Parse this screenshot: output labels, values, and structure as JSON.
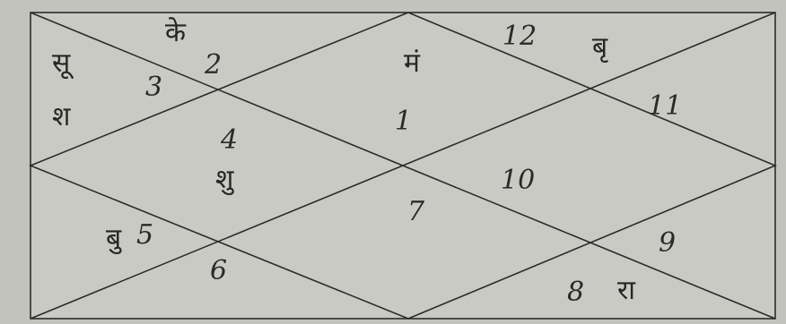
{
  "houses": [
    {
      "house": "1",
      "planets": "मं"
    },
    {
      "house": "2",
      "planets": "के"
    },
    {
      "house": "3",
      "planets": "सू श"
    },
    {
      "house": "4",
      "planets": "शु"
    },
    {
      "house": "5",
      "planets": "बु"
    },
    {
      "house": "6",
      "planets": ""
    },
    {
      "house": "7",
      "planets": ""
    },
    {
      "house": "8",
      "planets": "रा"
    },
    {
      "house": "9",
      "planets": ""
    },
    {
      "house": "10",
      "planets": ""
    },
    {
      "house": "11",
      "planets": ""
    },
    {
      "house": "12",
      "planets": "बृ"
    }
  ],
  "labels": {
    "h1": "1",
    "h2": "2",
    "h3": "3",
    "h4": "4",
    "h5": "5",
    "h6": "6",
    "h7": "7",
    "h8": "8",
    "h9": "9",
    "h10": "10",
    "h11": "11",
    "h12": "12",
    "mars": "मं",
    "ketu": "के",
    "sun": "सू",
    "saturn": "श",
    "venus": "शु",
    "mercury": "बु",
    "rahu": "रा",
    "jupiter": "बृ"
  }
}
